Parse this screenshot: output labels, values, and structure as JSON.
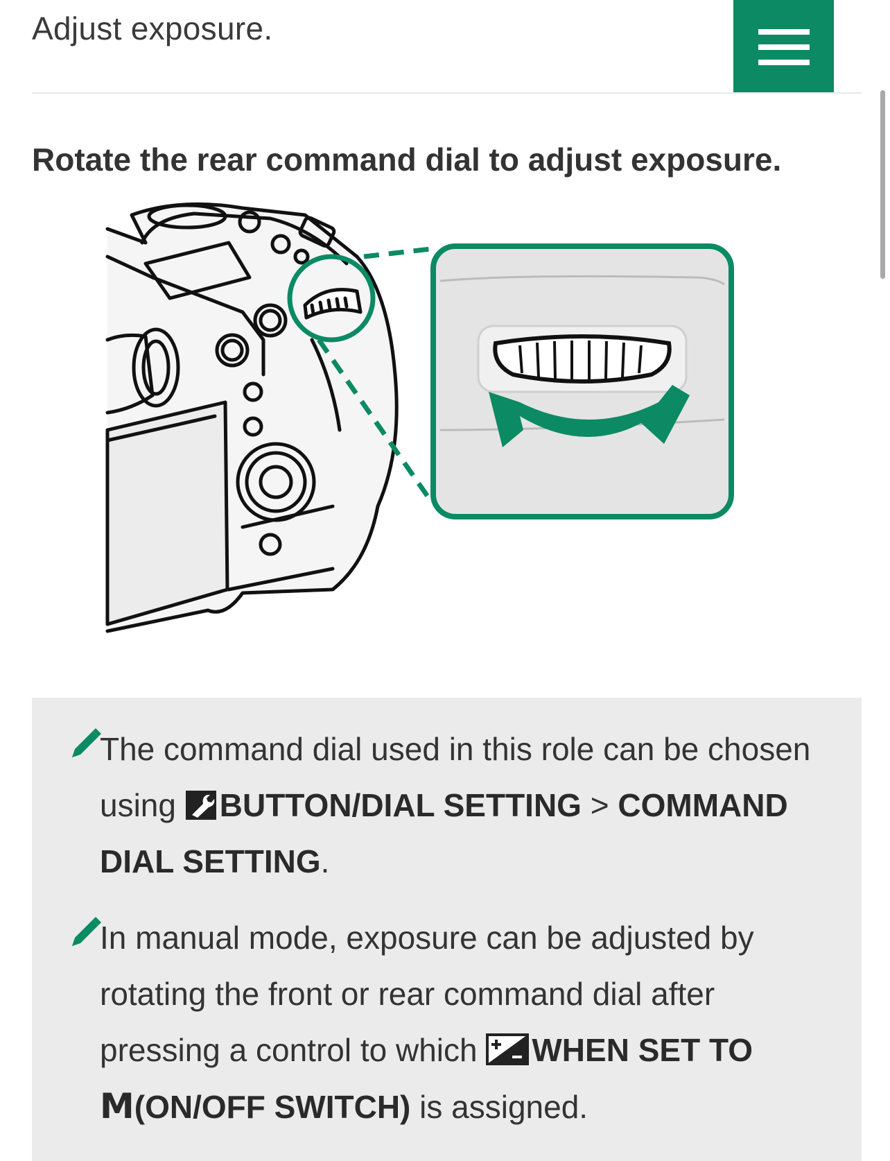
{
  "header": {
    "title": "Adjust exposure.",
    "menu_icon": "hamburger-menu-icon",
    "accent_color": "#0b8a63"
  },
  "main": {
    "heading": "Rotate the rear command dial to adjust exposure.",
    "illustration": {
      "icon": "rear-command-dial-illustration",
      "accent_color": "#0b8a63"
    },
    "notes": [
      {
        "icon": "pencil-icon",
        "parts": {
          "p1": "The command dial used in this role can be chosen using ",
          "menu": "BUTTON/DIAL SETTING",
          "sep": " > ",
          "item": "COMMAND DIAL SETTING",
          "end": "."
        }
      },
      {
        "icon": "pencil-icon",
        "parts": {
          "p1": "In manual mode, exposure can be adjusted by rotating the front or rear command dial after pressing a control to which ",
          "item": "WHEN SET TO",
          "m": "M",
          "item2": "(ON/OFF SWITCH)",
          "end": " is assigned."
        }
      }
    ]
  }
}
